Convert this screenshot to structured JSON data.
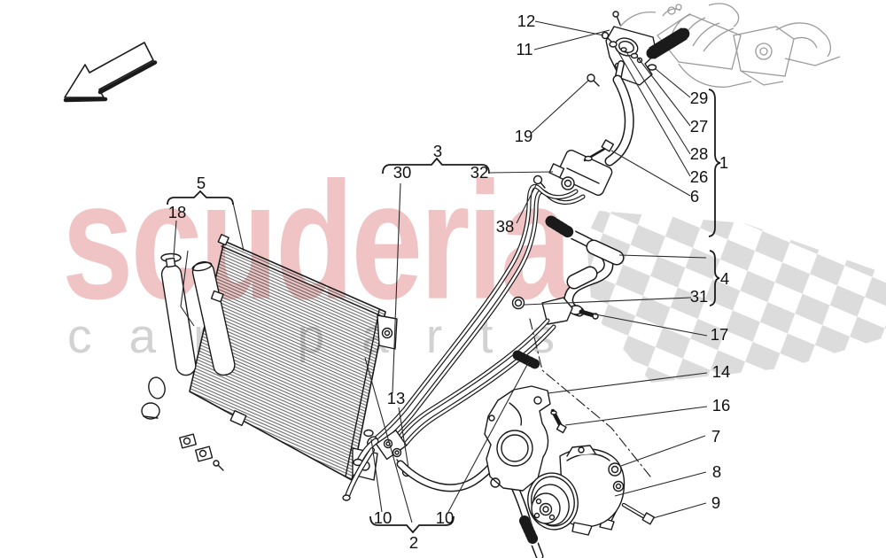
{
  "diagram": {
    "watermark": {
      "line1": "scuderia",
      "line2": "car parts"
    },
    "colors": {
      "line_art": "#1a1a1a",
      "engine_sketch_gray": "#9b9b9b",
      "checker_gray": "#dcdcdc",
      "watermark_pink": "#eeb4b4",
      "watermark_gray": "#d2d2d2"
    },
    "labels": [
      {
        "part": "12"
      },
      {
        "part": "11"
      },
      {
        "part": "19"
      },
      {
        "part": "29"
      },
      {
        "part": "27"
      },
      {
        "part": "28"
      },
      {
        "part": "26"
      },
      {
        "part": "6"
      },
      {
        "part": "1"
      },
      {
        "part": "5"
      },
      {
        "part": "18"
      },
      {
        "part": "3"
      },
      {
        "part": "30"
      },
      {
        "part": "32"
      },
      {
        "part": "38"
      },
      {
        "part": "4"
      },
      {
        "part": "31"
      },
      {
        "part": "17"
      },
      {
        "part": "14"
      },
      {
        "part": "16"
      },
      {
        "part": "7"
      },
      {
        "part": "8"
      },
      {
        "part": "9"
      },
      {
        "part": "13"
      },
      {
        "part": "10"
      },
      {
        "part": "10"
      },
      {
        "part": "2"
      }
    ]
  }
}
